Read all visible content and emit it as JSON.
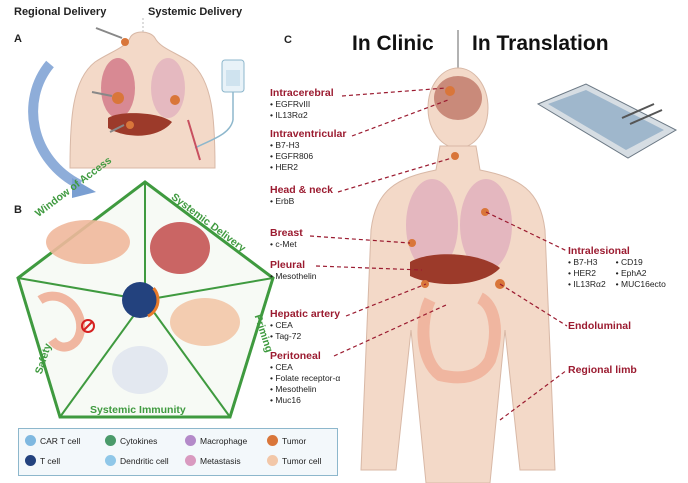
{
  "panel_a": {
    "letter": "A",
    "regional_header": "Regional Delivery",
    "systemic_header": "Systemic Delivery"
  },
  "panel_b": {
    "letter": "B",
    "sides": {
      "window_of_access": "Window of Access",
      "systemic_delivery": "Systemic Delivery",
      "priming": "Priming",
      "systemic_immunity": "Systemic Immunity",
      "safety": "Safety"
    }
  },
  "panel_c": {
    "letter": "C",
    "in_clinic": "In Clinic",
    "in_translation": "In Translation",
    "left_sites": [
      {
        "label": "Intracerebral",
        "items": [
          "EGFRvIII",
          "IL13Rα2"
        ]
      },
      {
        "label": "Intraventricular",
        "items": [
          "B7-H3",
          "EGFR806",
          "HER2"
        ]
      },
      {
        "label": "Head & neck",
        "items": [
          "ErbB"
        ]
      },
      {
        "label": "Breast",
        "items": [
          "c-Met"
        ]
      },
      {
        "label": "Pleural",
        "items": [
          "Mesothelin"
        ]
      },
      {
        "label": "Hepatic artery",
        "items": [
          "CEA",
          "Tag-72"
        ]
      },
      {
        "label": "Peritoneal",
        "items": [
          "CEA",
          "Folate receptor-α",
          "Mesothelin",
          "Muc16"
        ]
      }
    ],
    "right_sites": {
      "intralesional": {
        "label": "Intralesional",
        "col1": [
          "B7-H3",
          "HER2",
          "IL13Rα2"
        ],
        "col2": [
          "CD19",
          "EphA2",
          "MUC16ecto"
        ]
      },
      "endoluminal": {
        "label": "Endoluminal"
      },
      "regional_limb": {
        "label": "Regional limb"
      }
    }
  },
  "legend": {
    "items": [
      {
        "label": "CAR T cell",
        "color": "#7fb8e0"
      },
      {
        "label": "Cytokines",
        "color": "#4a9a6a"
      },
      {
        "label": "Macrophage",
        "color": "#b48ac9"
      },
      {
        "label": "Tumor",
        "color": "#d9763a"
      },
      {
        "label": "T cell",
        "color": "#23427e"
      },
      {
        "label": "Dendritic cell",
        "color": "#8fc7e8"
      },
      {
        "label": "Metastasis",
        "color": "#d99ac0"
      },
      {
        "label": "Tumor cell",
        "color": "#f2c7a8"
      }
    ]
  },
  "colors": {
    "accent_red": "#9b1b30",
    "pentagon_green": "#3f9a3f",
    "skin": "#f3d9c8",
    "lung": "#e3b5bf",
    "liver": "#9c3a2a",
    "colon": "#f0b6a0"
  }
}
